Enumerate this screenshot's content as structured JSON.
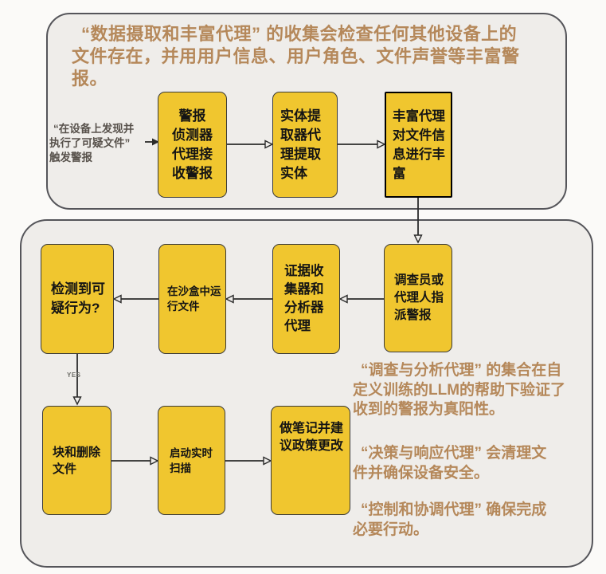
{
  "colors": {
    "page_bg": "#fbfaf8",
    "section_bg": "#efedea",
    "section_border": "#55555a",
    "box_fill": "#f0c62f",
    "box_border": "#3a3a38",
    "highlight_border": "#000000",
    "box_text": "#141414",
    "paragraph_text": "#b5885a",
    "annotation_text": "#57514b",
    "line_color": "#2b2b2b",
    "yes_text": "#6b6b66"
  },
  "top_section": {
    "intro_lines": [
      "“数据摄取和丰富代理” 的收集会检查任何其他设备上的",
      "文件存在，并用用户信息、用户角色、文件声誉等丰富警",
      "报。"
    ],
    "trigger_note_lines": [
      "“在设备上发现并",
      "执行了可疑文件”",
      "触发警报"
    ],
    "boxes": {
      "alert_listener": {
        "lines": [
          "警报",
          "侦测器",
          "代理接",
          "收警报"
        ]
      },
      "entity_extractor": {
        "lines": [
          "实体提",
          "取器代",
          "理提取",
          "实体"
        ]
      },
      "enrichment": {
        "lines": [
          "丰富代理",
          "对文件信",
          "息进行丰",
          "富"
        ]
      }
    }
  },
  "bottom_section": {
    "yes_label": "YES",
    "boxes": {
      "suspicious_detected": {
        "lines": [
          "检测到可",
          "疑行为?"
        ]
      },
      "sandbox_run": {
        "lines": [
          "在沙盒中运",
          "行文件"
        ]
      },
      "evidence_collector": {
        "lines": [
          "证据收",
          "集器和",
          "分析器",
          "代理"
        ]
      },
      "assign_alert": {
        "lines": [
          "调查员或",
          "代理人指",
          "派警报"
        ]
      },
      "block_delete": {
        "lines": [
          "块和删除",
          "文件"
        ]
      },
      "realtime_scan": {
        "lines": [
          "启动实时",
          "扫描"
        ]
      },
      "take_notes": {
        "lines": [
          "做笔记并建",
          "议政策更改"
        ]
      }
    },
    "paragraphs": {
      "investigation": {
        "lines": [
          "“调查与分析代理” 的集合在自",
          "定义训练的LLM的帮助下验证了",
          "收到的警报为真阳性。"
        ]
      },
      "decision": {
        "lines": [
          "“决策与响应代理” 会清理文",
          "件并确保设备安全。"
        ]
      },
      "control": {
        "lines": [
          "“控制和协调代理” 确保完成",
          "必要行动。"
        ]
      }
    }
  }
}
